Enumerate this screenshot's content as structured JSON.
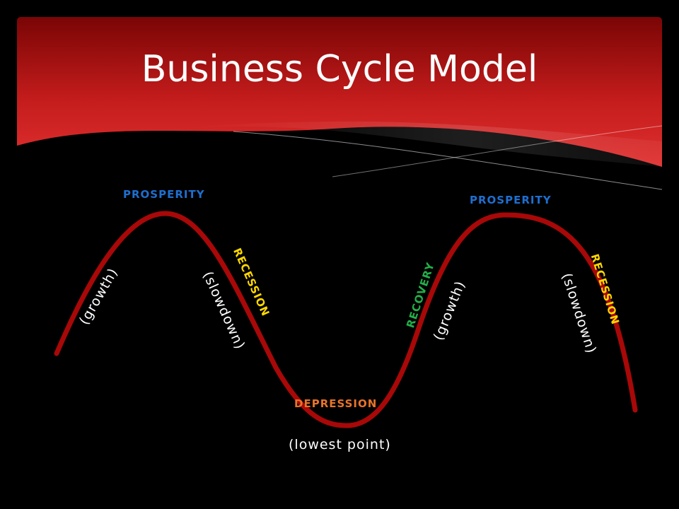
{
  "slide": {
    "title": "Business Cycle Model"
  },
  "labels": {
    "prosperity_1": "PROSPERITY",
    "prosperity_2": "PROSPERITY",
    "recession_1": "RECESSION",
    "recession_2": "RECESSION",
    "recovery": "RECOVERY",
    "depression": "DEPRESSION",
    "growth_1": "(growth)",
    "growth_2": "(growth)",
    "slowdown_1": "(slowdown)",
    "slowdown_2": "(slowdown)",
    "lowest_point": "(lowest point)"
  },
  "colors": {
    "background": "#000000",
    "header_red": "#c81e1e",
    "curve": "#a80808",
    "prosperity": "#1e6fd0",
    "recession": "#ffd800",
    "recovery": "#22b04a",
    "depression": "#e8742a",
    "annotation": "#ffffff"
  }
}
